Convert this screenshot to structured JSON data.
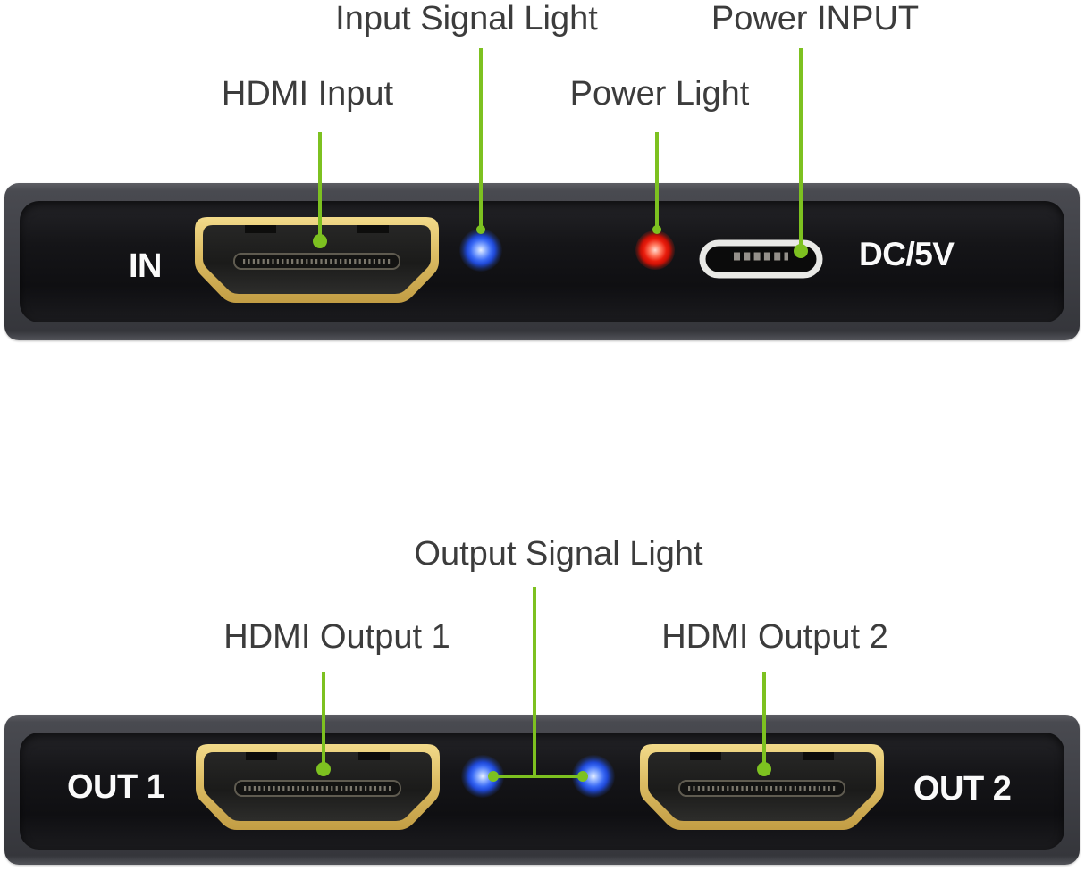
{
  "colors": {
    "callout_green": "#7dc120",
    "led_blue": "#2e5df2",
    "led_red": "#e31408",
    "hdmi_gold": "#dcbc63",
    "device_body_gray": "#3f4046",
    "device_face_black": "#141417",
    "callout_text": "#3c3c3c",
    "port_label_text": "#fafafa"
  },
  "top_view": {
    "callouts": {
      "input_signal_light": "Input Signal Light",
      "hdmi_input": "HDMI Input",
      "power_light": "Power Light",
      "power_input": "Power INPUT"
    },
    "panel_labels": {
      "hdmi_in": "IN",
      "power_in": "DC/5V"
    }
  },
  "bottom_view": {
    "callouts": {
      "output_signal_light": "Output Signal Light",
      "hdmi_output_1": "HDMI Output 1",
      "hdmi_output_2": "HDMI Output 2"
    },
    "panel_labels": {
      "out_1": "OUT 1",
      "out_2": "OUT 2"
    }
  }
}
